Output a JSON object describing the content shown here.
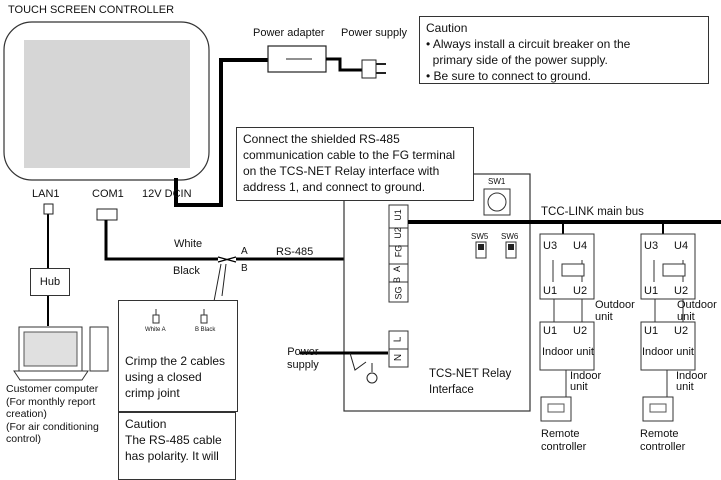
{
  "controller": {
    "title": "TOUCH SCREEN CONTROLLER",
    "ports": [
      "LAN1",
      "COM1",
      "12V DCIN"
    ]
  },
  "power": {
    "adapter": "Power adapter",
    "supply": "Power supply"
  },
  "caution_top": {
    "title": "Caution",
    "lines": [
      "• Always install a circuit breaker on the",
      "  primary side of the power supply.",
      "• Be sure to connect to ground."
    ]
  },
  "rs485_note": {
    "lines": [
      "Connect the shielded RS-485",
      "communication cable to the FG terminal",
      "on the TCS-NET Relay interface with",
      "address 1, and connect to ground."
    ]
  },
  "wires": {
    "white": "White",
    "black": "Black",
    "rs485": "RS-485",
    "a": "A",
    "b": "B"
  },
  "hub": "Hub",
  "customer": {
    "lines": [
      "Customer computer",
      "(For monthly report",
      "creation)",
      "(For air conditioning",
      "control)"
    ]
  },
  "crimp": {
    "white_label": "White  A",
    "black_label": "B  Black",
    "lines": [
      "Crimp the 2 cables",
      "using a closed",
      "crimp joint"
    ]
  },
  "caution_bottom": {
    "title": "Caution",
    "lines": [
      "The RS-485 cable",
      "has polarity.  It will"
    ]
  },
  "relay": {
    "terminals": [
      "U1",
      "U2",
      "FG",
      "A",
      "B",
      "SG"
    ],
    "power_terms": [
      "L",
      "N"
    ],
    "sw1": "SW1",
    "sw5": "SW5",
    "sw6": "SW6",
    "power_supply": [
      "Power",
      "supply"
    ],
    "name": [
      "TCS-NET Relay",
      "Interface"
    ]
  },
  "bus": "TCC-LINK main bus",
  "units": {
    "u3": "U3",
    "u4": "U4",
    "u1": "U1",
    "u2": "U2",
    "outdoor": [
      "Outdoor",
      "unit"
    ],
    "indoor_unit": "Indoor unit",
    "indoor": [
      "Indoor",
      "unit"
    ],
    "remote": [
      "Remote",
      "controller"
    ]
  }
}
